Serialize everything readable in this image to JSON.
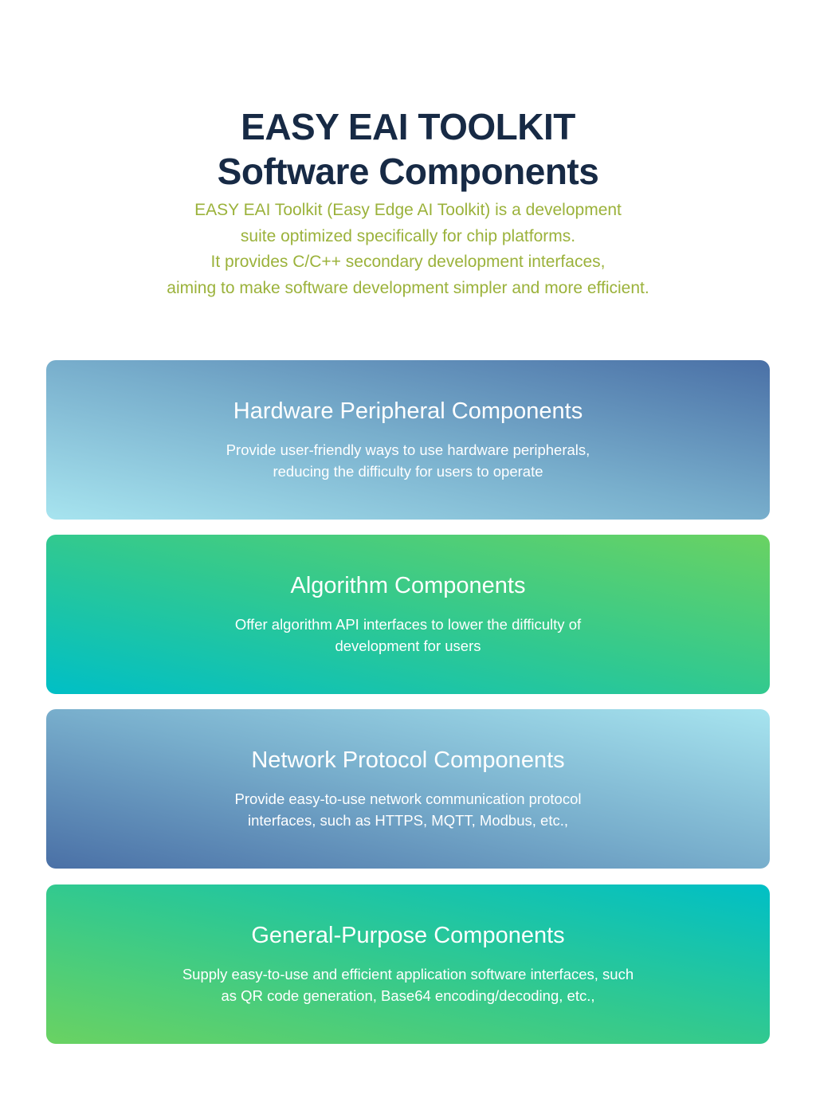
{
  "header": {
    "title_line1": "EASY EAI TOOLKIT",
    "title_line2": "Software Components"
  },
  "intro": {
    "lines": [
      "EASY EAI Toolkit (Easy Edge AI Toolkit) is a development",
      "suite optimized specifically for chip platforms.",
      "It provides C/C++ secondary development interfaces,",
      "aiming to make software development simpler and more efficient."
    ]
  },
  "cards": [
    {
      "title": "Hardware Peripheral Components",
      "desc_lines": [
        "Provide user-friendly ways to use hardware peripherals,",
        "reducing the difficulty for users to operate"
      ]
    },
    {
      "title": "Algorithm Components",
      "desc_lines": [
        "Offer algorithm API interfaces to lower the difficulty of",
        "development for users"
      ]
    },
    {
      "title": "Network Protocol Components",
      "desc_lines": [
        "Provide easy-to-use network communication protocol",
        "interfaces, such as HTTPS, MQTT, Modbus, etc.,"
      ]
    },
    {
      "title": "General-Purpose Components",
      "desc_lines": [
        "Supply easy-to-use and efficient application software interfaces, such",
        "as QR code generation, Base64 encoding/decoding, etc.,"
      ]
    }
  ],
  "colors": {
    "title": "#172a45",
    "intro_text": "#9bb23b",
    "card_text": "#ffffff",
    "blue_dark": "#4a70a6",
    "blue_light": "#a7e4ef",
    "green": "#6ad262",
    "teal": "#00bfc6"
  }
}
